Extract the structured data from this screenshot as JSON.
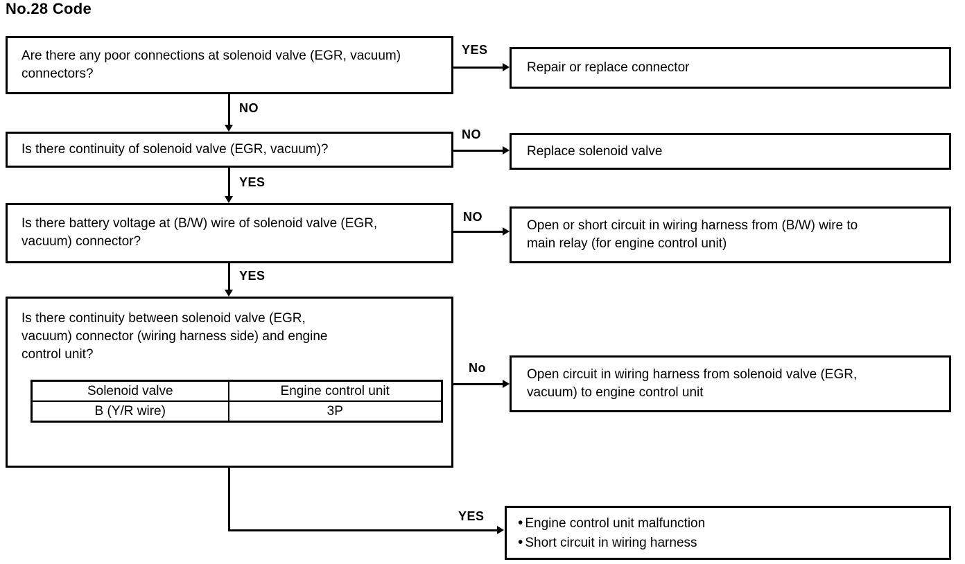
{
  "page": {
    "title": "No.28 Code"
  },
  "colors": {
    "ink": "#000000",
    "paper": "#ffffff"
  },
  "flowchart": {
    "questions": [
      {
        "text": "Are there any poor connections at solenoid valve (EGR, vacuum) connectors?",
        "side_label": "YES",
        "down_label": "NO"
      },
      {
        "text": "Is there continuity of solenoid valve (EGR, vacuum)?",
        "side_label": "NO",
        "down_label": "YES"
      },
      {
        "text": "Is there battery voltage at (B/W) wire of solenoid valve (EGR, vacuum) connector?",
        "side_label": "NO",
        "down_label": "YES"
      },
      {
        "text": "Is there continuity between solenoid valve (EGR, vacuum) connector (wiring harness side) and engine control unit?",
        "side_label": "No",
        "down_label": "YES"
      }
    ],
    "results": [
      "Repair or replace connector",
      "Replace solenoid valve",
      "Open or short circuit in wiring harness from (B/W) wire to main relay (for engine control unit)",
      "Open circuit in wiring harness from solenoid valve (EGR, vacuum) to engine control unit"
    ],
    "pin_table": {
      "headers": [
        "Solenoid valve",
        "Engine control unit"
      ],
      "rows": [
        [
          "B (Y/R wire)",
          "3P"
        ]
      ]
    },
    "final_result": {
      "items": [
        "Engine control unit malfunction",
        "Short circuit in wiring harness"
      ]
    }
  }
}
